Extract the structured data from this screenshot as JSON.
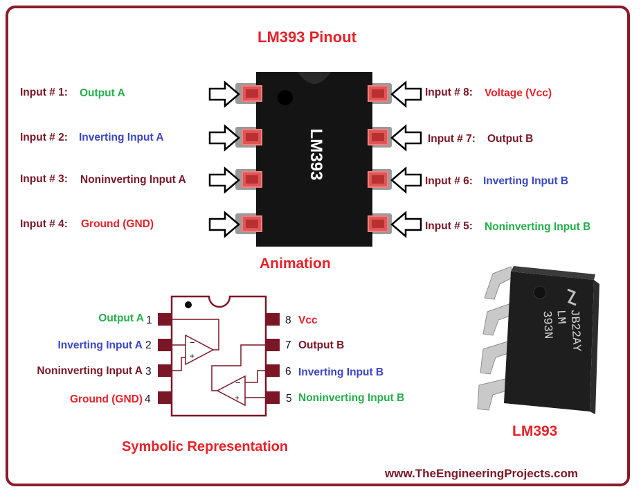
{
  "title": "LM393 Pinout",
  "chip_marking": "LM393",
  "animation_caption": "Animation",
  "symbolic_caption": "Symbolic Representation",
  "photo_caption": "LM393",
  "photo_marking": [
    "LM",
    "393N",
    "JB22AY"
  ],
  "website": "www.TheEngineeringProjects.com",
  "pinout": [
    {
      "prefix": "Input # 1:",
      "name": "Output A",
      "color": "#23b04a"
    },
    {
      "prefix": "Input # 2:",
      "name": "Inverting Input A",
      "color": "#3b45c4"
    },
    {
      "prefix": "Input # 3:",
      "name": "Noninverting Input A",
      "color": "#7a1626"
    },
    {
      "prefix": "Input # 4:",
      "name": "Ground (GND)",
      "color": "#e8212a"
    },
    {
      "prefix": "Input # 8:",
      "name": "Voltage (Vcc)",
      "color": "#e8212a"
    },
    {
      "prefix": "Input # 7:",
      "name": "Output B",
      "color": "#7a1626"
    },
    {
      "prefix": "Input # 6:",
      "name": "Inverting Input B",
      "color": "#3b45c4"
    },
    {
      "prefix": "Input # 5:",
      "name": "Noninverting Input B",
      "color": "#23b04a"
    }
  ],
  "symbol_pins_left": [
    {
      "name": "Output A",
      "num": "1",
      "color": "#23b04a"
    },
    {
      "name": "Inverting Input A",
      "num": "2",
      "color": "#3b45c4"
    },
    {
      "name": "Noninverting Input A",
      "num": "3",
      "color": "#7a1626"
    },
    {
      "name": "Ground (GND)",
      "num": "4",
      "color": "#e8212a"
    }
  ],
  "symbol_pins_right": [
    {
      "num": "8",
      "name": "Vcc",
      "color": "#e8212a"
    },
    {
      "num": "7",
      "name": "Output B",
      "color": "#7a1626"
    },
    {
      "num": "6",
      "name": "Inverting Input B",
      "color": "#3b45c4"
    },
    {
      "num": "5",
      "name": "Noninverting Input B",
      "color": "#23b04a"
    }
  ],
  "opamp_signs": {
    "minus": "−",
    "plus": "+"
  },
  "colors": {
    "border": "#8b1a2a",
    "chip": "#111111",
    "pin_highlight": "#e05555",
    "symbol": "#7a1626"
  }
}
